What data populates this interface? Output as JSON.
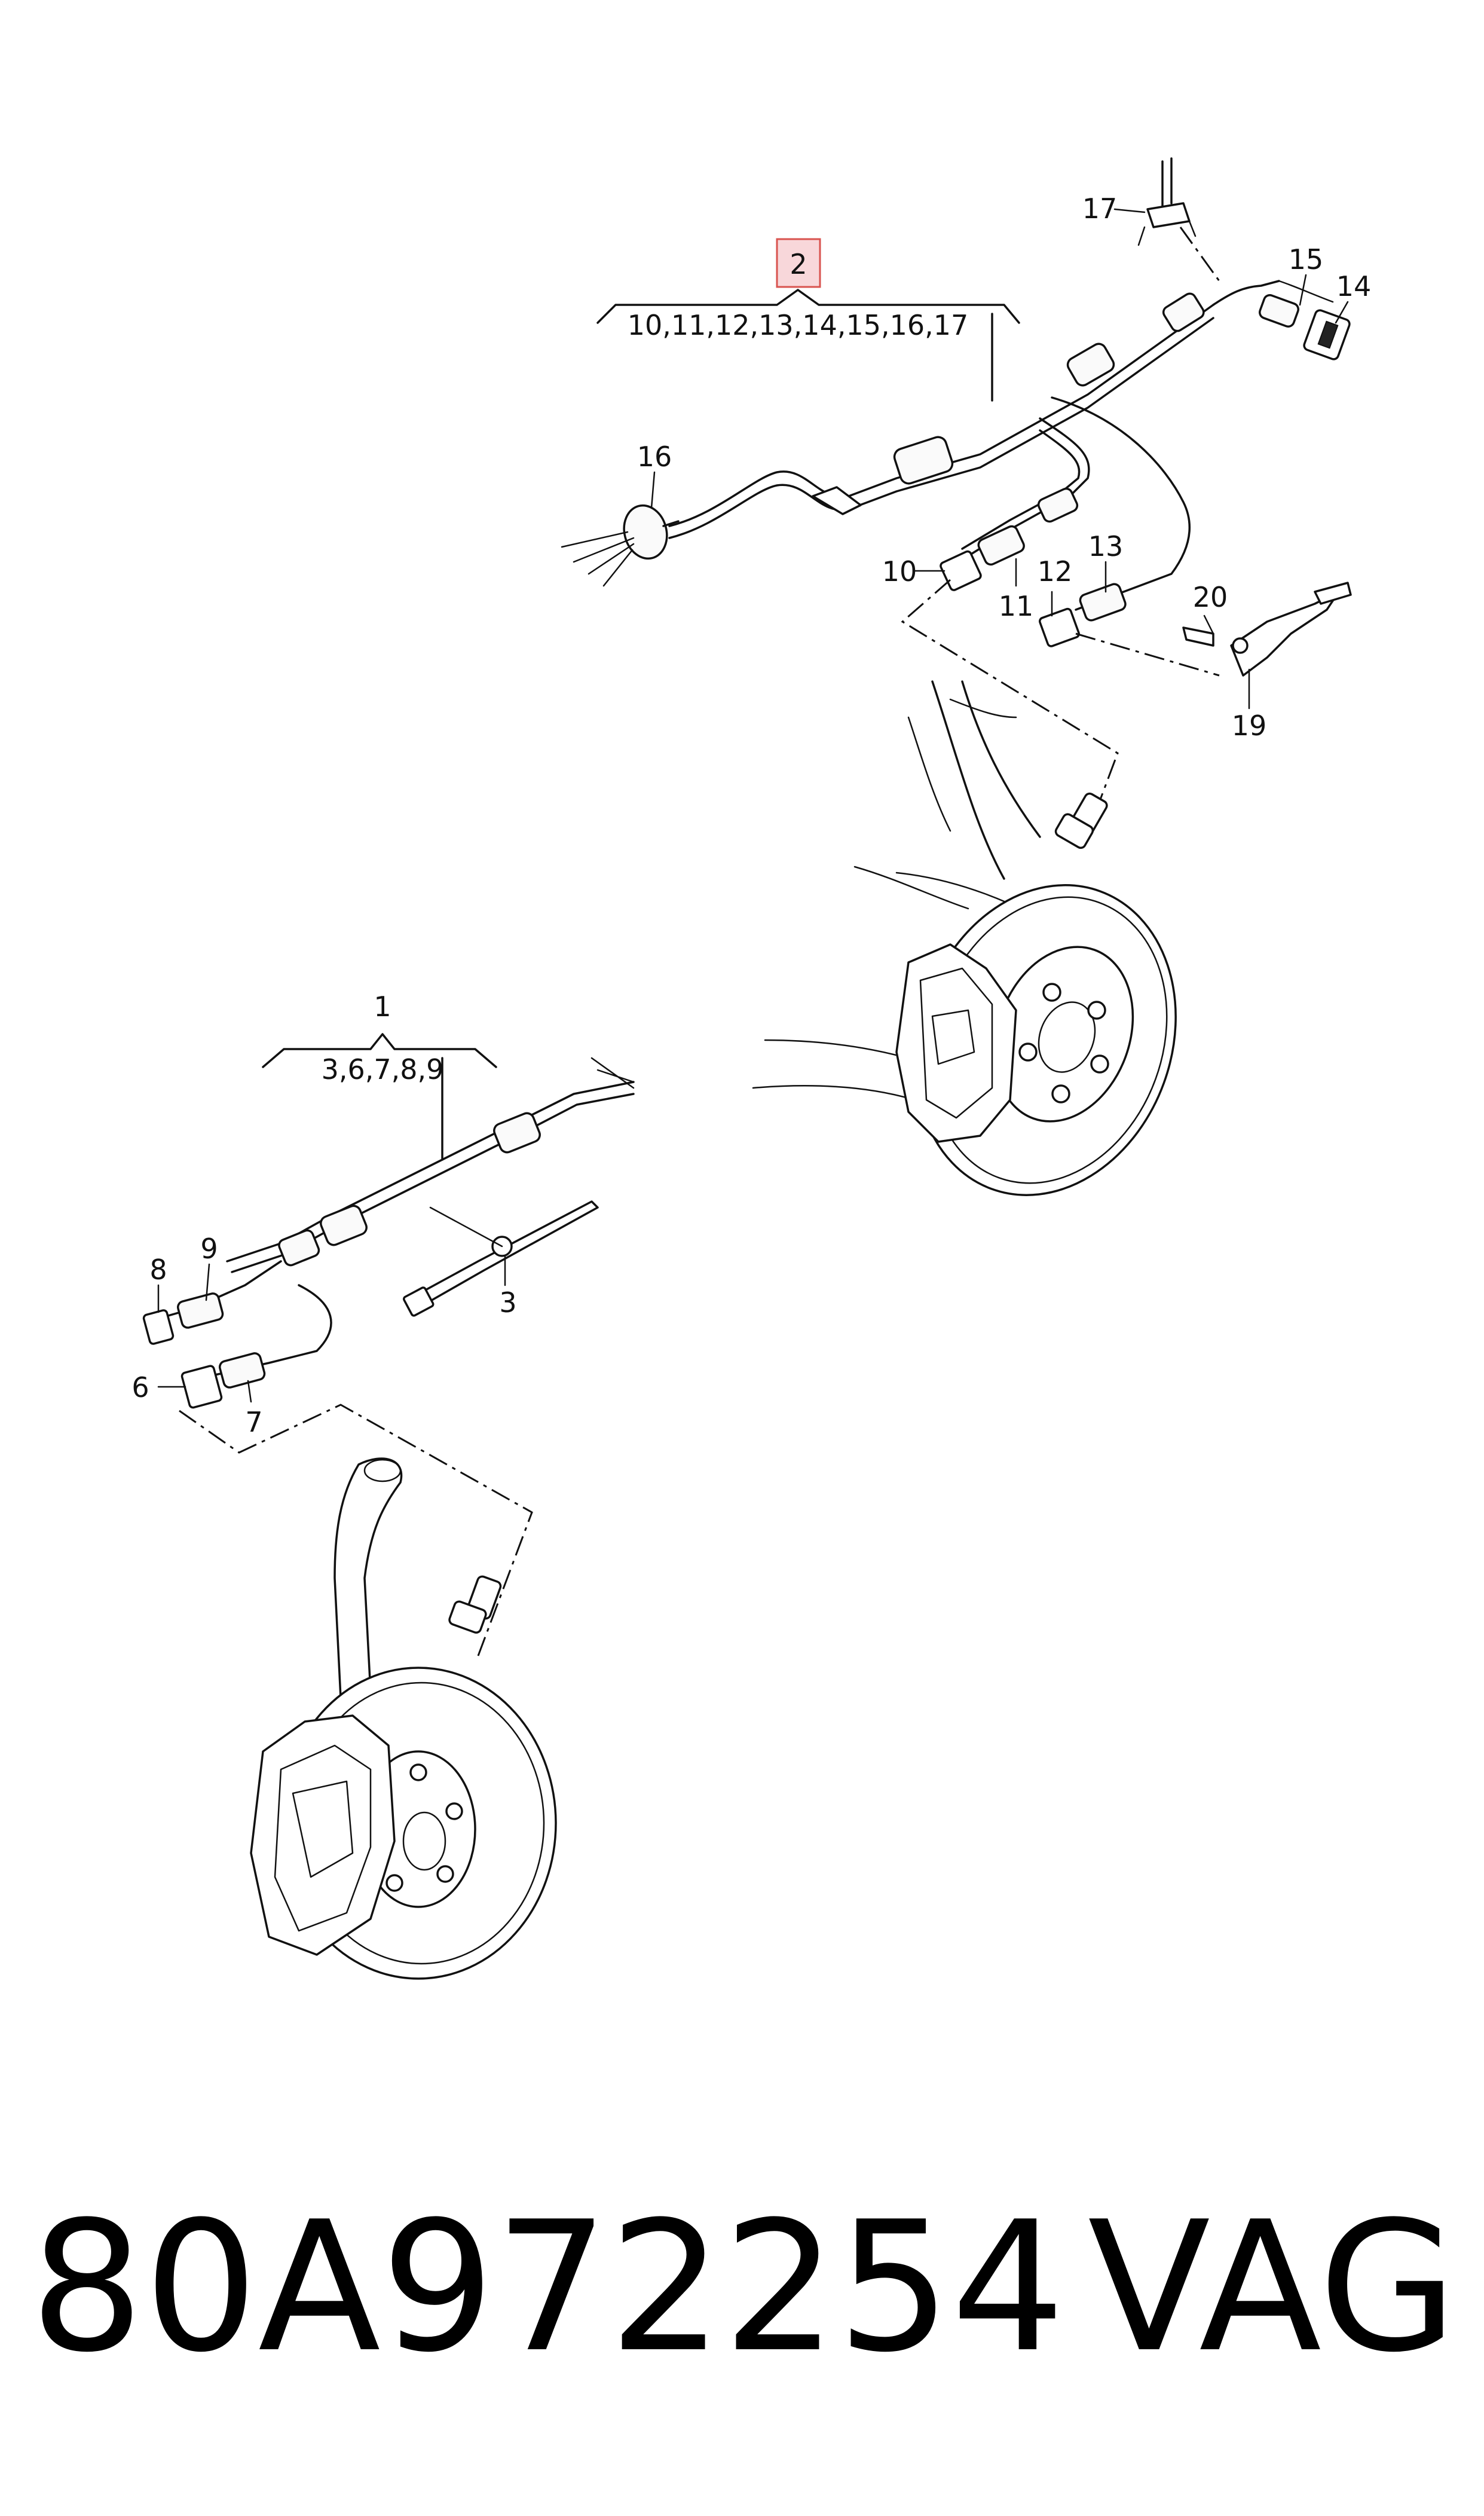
{
  "callouts": {
    "c1": "1",
    "c2": "2",
    "c3": "3",
    "c6": "6",
    "c7": "7",
    "c8": "8",
    "c9": "9",
    "c10": "10",
    "c11": "11",
    "c12": "12",
    "c13": "13",
    "c14": "14",
    "c15": "15",
    "c16": "16",
    "c17": "17",
    "c19": "19",
    "c20": "20"
  },
  "groups": {
    "rear_harness": "10,11,12,13,14,15,16,17",
    "front_harness": "3,6,7,8,9"
  },
  "footer": {
    "part_number": "80A972254",
    "brand": "VAG"
  },
  "colors": {
    "highlight_fill": "#f8d7da",
    "highlight_stroke": "#d9534f"
  }
}
